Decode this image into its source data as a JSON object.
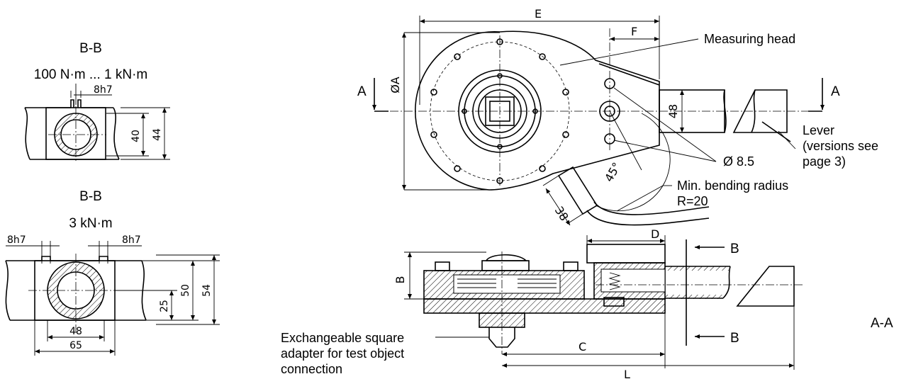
{
  "views": {
    "bb_top": {
      "title": "B-B",
      "range": "100 N·m ... 1 kN·m",
      "dims": [
        "8h7",
        "40",
        "44"
      ]
    },
    "bb_bottom": {
      "title": "B-B",
      "range": "3 kN·m",
      "dims": [
        "8h7",
        "8h7",
        "25",
        "50",
        "54",
        "48",
        "65"
      ]
    },
    "top_view": {
      "section_left": "A",
      "section_right": "A",
      "dims": {
        "E": "E",
        "F": "F",
        "diam_A": "ØA",
        "d48": "48",
        "d38": "38",
        "angle": "45°"
      },
      "callouts": {
        "measuring_head": "Measuring head",
        "hole": "Ø 8.5",
        "lever": [
          "Lever",
          "(versions see",
          "page 3)"
        ],
        "bending": [
          "Min. bending radius",
          "R=20"
        ]
      }
    },
    "section_view": {
      "title": "A-A",
      "dims": {
        "B": "B",
        "C": "C",
        "D": "D",
        "L": "L"
      },
      "section_upper": "B",
      "section_lower": "B",
      "adapter_note": [
        "Exchangeable square",
        "adapter for test object",
        "connection"
      ]
    }
  }
}
